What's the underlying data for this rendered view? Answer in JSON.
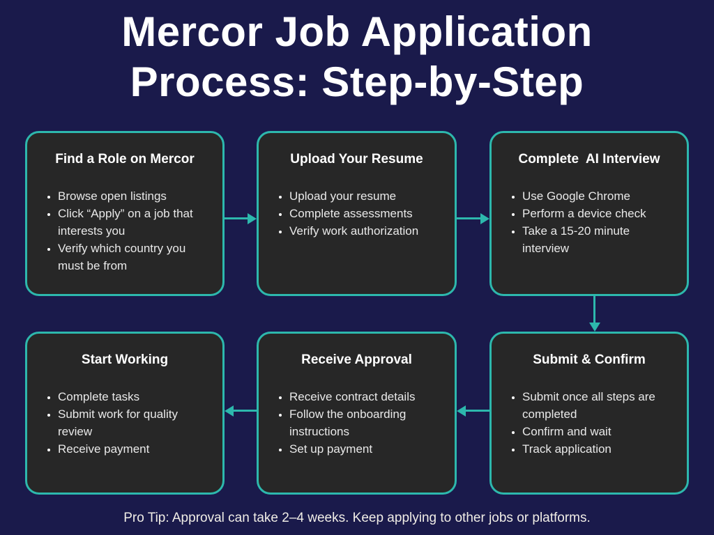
{
  "header": {
    "title": "Mercor Job Application Process: Step-by-Step",
    "title_lines": [
      "Mercor Job Application",
      "Process: Step-by-Step"
    ]
  },
  "steps": [
    {
      "title": "Find a Role on Mercor",
      "bullets": [
        "Browse open listings",
        "Click “Apply” on a job that interests you",
        "Verify which country you must be from"
      ]
    },
    {
      "title": "Upload Your Resume",
      "bullets": [
        "Upload your resume",
        "Complete assessments",
        "Verify work authorization"
      ]
    },
    {
      "title": "Complete  AI Interview",
      "bullets": [
        "Use Google Chrome",
        "Perform a device check",
        "Take a 15-20 minute interview"
      ]
    },
    {
      "title": "Submit & Confirm",
      "bullets": [
        "Submit once all steps are completed",
        "Confirm and wait",
        "Track application"
      ]
    },
    {
      "title": "Receive Approval",
      "bullets": [
        "Receive contract details",
        "Follow the onboarding instructions",
        "Set up payment"
      ]
    },
    {
      "title": "Start Working",
      "bullets": [
        "Complete tasks",
        "Submit work for quality review",
        "Receive payment"
      ]
    }
  ],
  "footer": {
    "pro_tip": "Pro Tip: Approval can take 2–4 weeks. Keep applying to other jobs or platforms."
  },
  "icons": {
    "arrow_right": "→",
    "arrow_left": "←",
    "arrow_down": "↓"
  },
  "colors": {
    "background": "#1a1a4b",
    "card_fill": "#272727",
    "accent_teal": "#2db8ad",
    "title_text": "#ffffff",
    "body_text": "#e9e9e9"
  }
}
